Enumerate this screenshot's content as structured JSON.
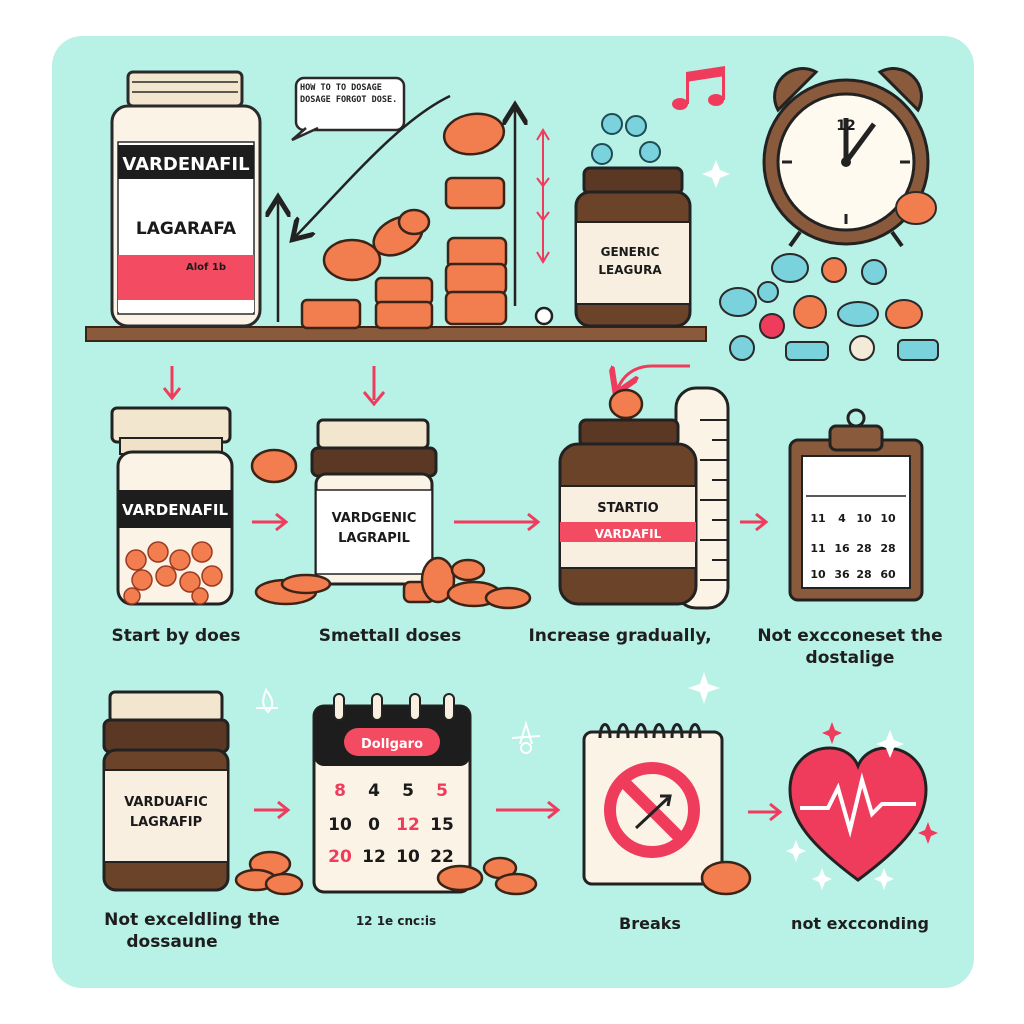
{
  "top": {
    "bottle_big": {
      "brand": "VARDENAFIL",
      "sub": "LAGARAFA",
      "small": "Alof 1b"
    },
    "speech_bubble": "HOW TO TO DOSAGE DOSAGE FORGOT DOSE.",
    "jar_small": {
      "line1": "GENERIC",
      "line2": "LEAGURA"
    },
    "clock": {
      "numeral": "12"
    }
  },
  "row2": {
    "jar1": {
      "brand": "VARDENAFIL"
    },
    "jar2": {
      "line1": "VARDGENIC",
      "line2": "LAGRAPIL"
    },
    "jar3": {
      "line1": "STARTIO",
      "line2": "VARDAFIL"
    },
    "clipboard": {
      "rows": [
        [
          "11",
          "4",
          "10",
          "10"
        ],
        [
          "11",
          "16",
          "28",
          "28"
        ],
        [
          "10",
          "36",
          "28",
          "60"
        ]
      ]
    },
    "captions": [
      "Start by does",
      "Smettall doses",
      "Increase gradually,",
      "Not excconeset the",
      "dostalige"
    ]
  },
  "row3": {
    "jar": {
      "line1": "VARDUAFIC",
      "line2": "LAGRAFIP"
    },
    "calendar": {
      "title": "Dollgaro",
      "rows": [
        [
          "8",
          "4",
          "5",
          "5"
        ],
        [
          "10",
          "0",
          "12",
          "15"
        ],
        [
          "20",
          "12",
          "10",
          "22"
        ]
      ]
    },
    "captions": [
      "Not exceldling the",
      "dossaune",
      "12 1e cnc:is",
      "Breaks",
      "not excconding"
    ]
  },
  "colors": {
    "background": "#b8f1e5",
    "arrow": "#f03c5c",
    "pill_orange": "#f27d4e",
    "jar_brown": "#5a3824",
    "heart": "#f03c5c",
    "pill_blue": "#79d2dc"
  },
  "icons": [
    "music-note-icon",
    "sparkle-icon",
    "alarm-clock-icon",
    "heart-pulse-icon",
    "no-symbol-icon",
    "calendar-icon",
    "clipboard-icon"
  ]
}
